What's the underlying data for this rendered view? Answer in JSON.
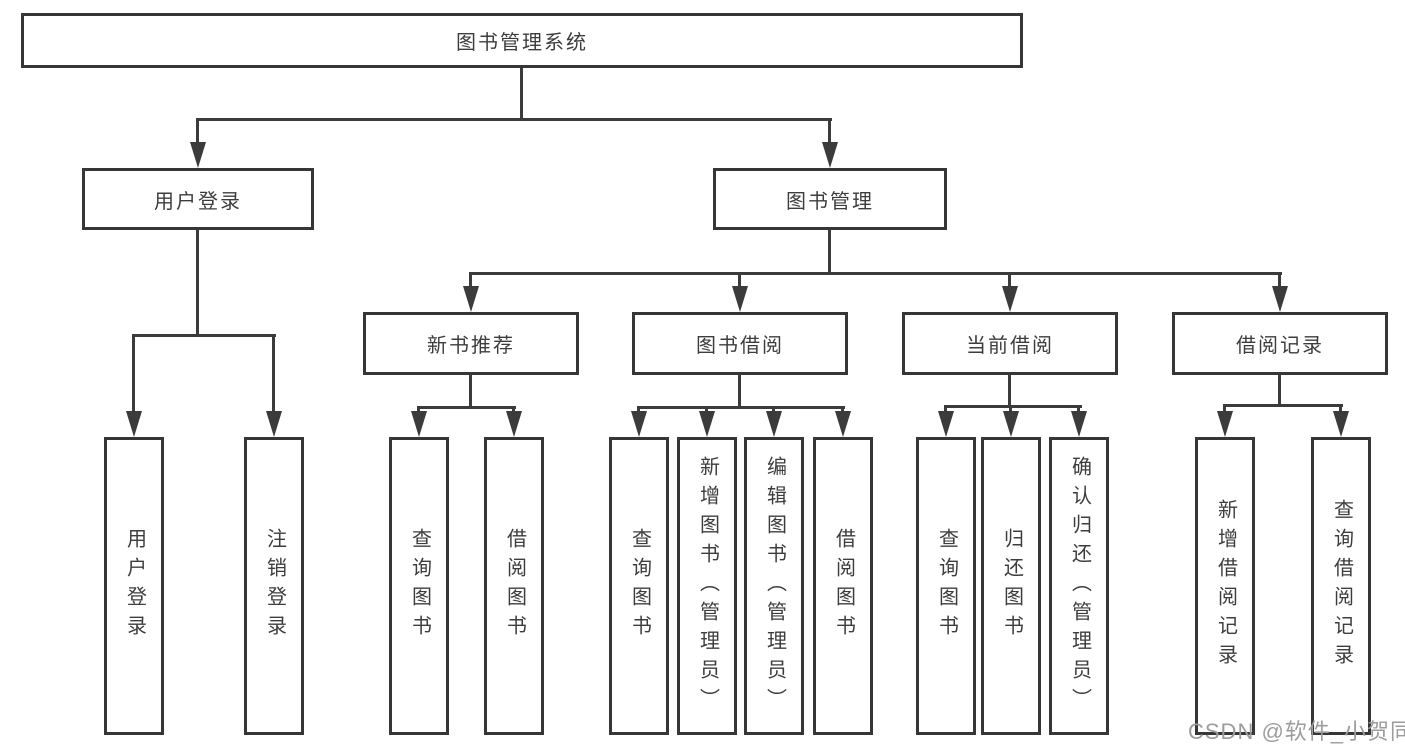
{
  "tree": {
    "label": "图书管理系统",
    "children": [
      {
        "label": "用户登录",
        "children": [
          {
            "label": "用户登录"
          },
          {
            "label": "注销登录"
          }
        ]
      },
      {
        "label": "图书管理",
        "children": [
          {
            "label": "新书推荐",
            "children": [
              {
                "label": "查询图书"
              },
              {
                "label": "借阅图书"
              }
            ]
          },
          {
            "label": "图书借阅",
            "children": [
              {
                "label": "查询图书"
              },
              {
                "label": "新增图书（管理员）"
              },
              {
                "label": "编辑图书（管理员）"
              },
              {
                "label": "借阅图书"
              }
            ]
          },
          {
            "label": "当前借阅",
            "children": [
              {
                "label": "查询图书"
              },
              {
                "label": "归还图书"
              },
              {
                "label": "确认归还（管理员）"
              }
            ]
          },
          {
            "label": "借阅记录",
            "children": [
              {
                "label": "新增借阅记录"
              },
              {
                "label": "查询借阅记录"
              }
            ]
          }
        ]
      }
    ]
  },
  "watermark": {
    "text": "CSDN @软件_小贺同学"
  },
  "colors": {
    "line": "#3b3b3b",
    "border": "#363636",
    "fill": "#ffffff",
    "text": "#3d3d3d",
    "watermark": "#9c9c9c"
  }
}
